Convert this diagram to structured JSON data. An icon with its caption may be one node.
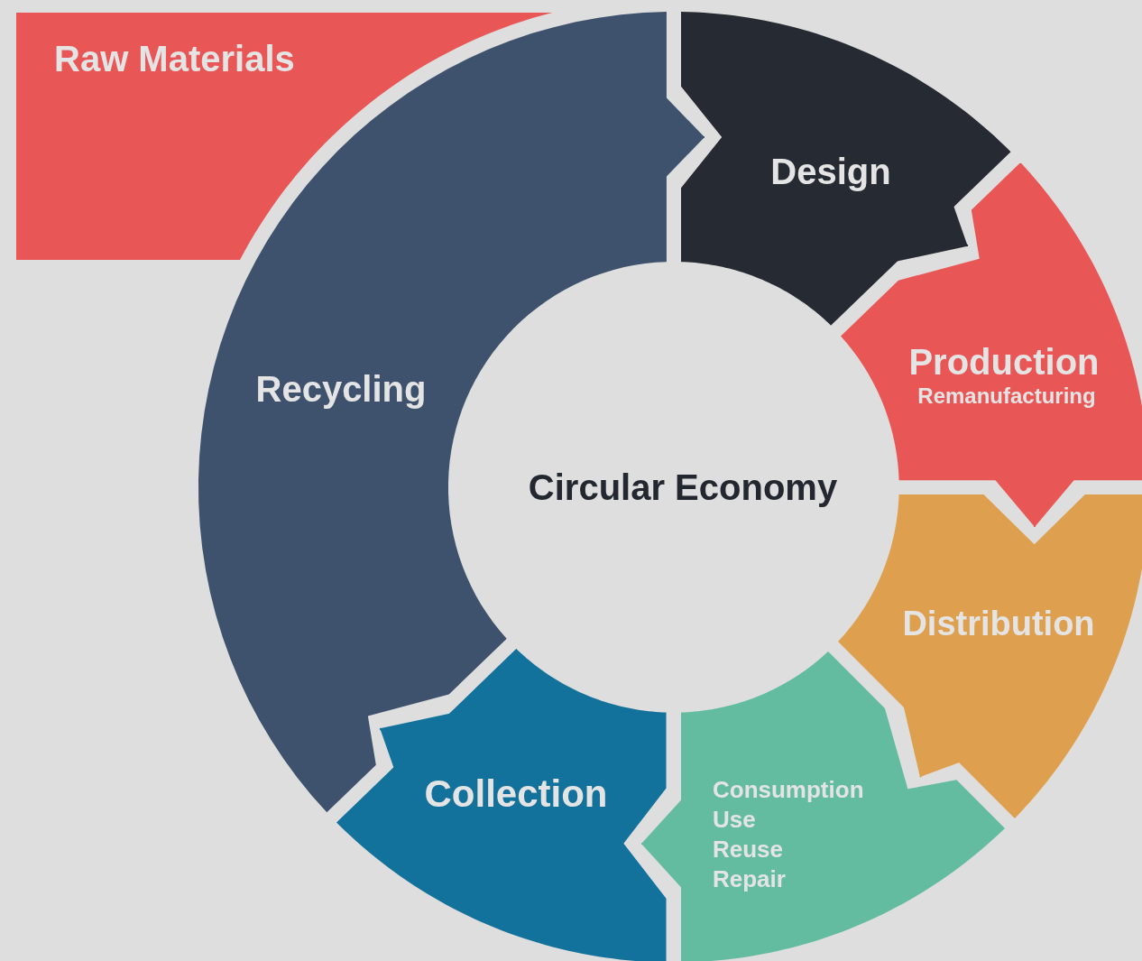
{
  "diagram": {
    "nodes": [
      {
        "text": [
          "Raw Materials"
        ]
      },
      {
        "text": [
          "Design"
        ]
      },
      {
        "text": [
          "Production",
          "Remanufacturing"
        ]
      },
      {
        "text": [
          "Distribution"
        ]
      },
      {
        "text": [
          "Consumption",
          "Use",
          "Reuse",
          "Repair"
        ]
      },
      {
        "text": [
          "Collection"
        ]
      },
      {
        "text": [
          "Recycling"
        ]
      },
      {
        "text": [
          "Circular Economy"
        ]
      }
    ],
    "edges": [
      {
        "from": 6,
        "to": 1,
        "arrow": "to",
        "color": "#3e526e"
      },
      {
        "from": 1,
        "to": 2,
        "arrow": "to",
        "color": "#252a33"
      },
      {
        "from": 2,
        "to": 3,
        "arrow": "to",
        "color": "#e95656"
      },
      {
        "from": 3,
        "to": 4,
        "arrow": "to",
        "color": "#de9f4e"
      },
      {
        "from": 4,
        "to": 5,
        "arrow": "to",
        "color": "#64bca0"
      },
      {
        "from": 5,
        "to": 6,
        "arrow": "to",
        "color": "#12729c"
      }
    ]
  }
}
